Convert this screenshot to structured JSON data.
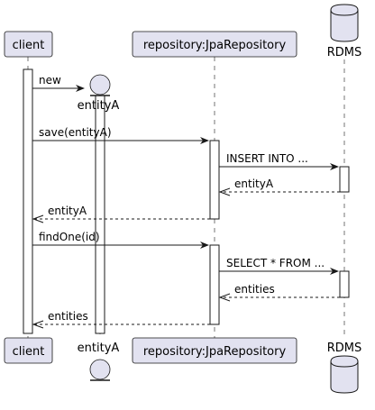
{
  "participants": {
    "client": {
      "label": "client",
      "kind": "participant"
    },
    "entityA": {
      "label": "entityA",
      "kind": "entity"
    },
    "repository": {
      "label": "repository:JpaRepository",
      "kind": "participant"
    },
    "rdms": {
      "label": "RDMS",
      "kind": "database"
    }
  },
  "messages": [
    {
      "from": "client",
      "to": "entityA",
      "label": "new",
      "style": "solid"
    },
    {
      "from": "client",
      "to": "repository",
      "label": "save(entityA)",
      "style": "solid"
    },
    {
      "from": "repository",
      "to": "rdms",
      "label": "INSERT INTO ...",
      "style": "solid"
    },
    {
      "from": "rdms",
      "to": "repository",
      "label": "entityA",
      "style": "dashed"
    },
    {
      "from": "repository",
      "to": "client",
      "label": "entityA",
      "style": "dashed"
    },
    {
      "from": "client",
      "to": "repository",
      "label": "findOne(id)",
      "style": "solid"
    },
    {
      "from": "repository",
      "to": "rdms",
      "label": "SELECT * FROM ...",
      "style": "solid"
    },
    {
      "from": "rdms",
      "to": "repository",
      "label": "entities",
      "style": "dashed"
    },
    {
      "from": "repository",
      "to": "client",
      "label": "entities",
      "style": "dashed"
    }
  ],
  "colors": {
    "participant_fill": "#e2e2f0",
    "line": "#181818",
    "activation_fill": "#ffffff"
  }
}
